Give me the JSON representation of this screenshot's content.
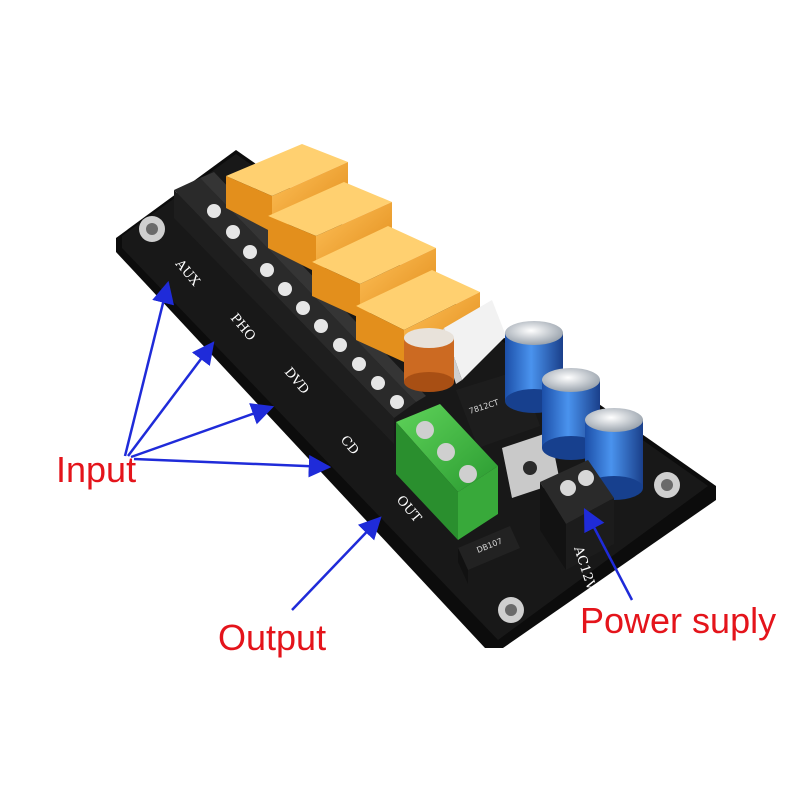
{
  "callouts": {
    "input": "Input",
    "output": "Output",
    "power": "Power suply"
  },
  "silkscreen": {
    "aux": "AUX",
    "pho": "PHO",
    "dvd": "DVD",
    "cd": "CD",
    "out": "OUT",
    "ac12v": "AC12V"
  },
  "colors": {
    "callout_text": "#e4141b",
    "arrow": "#1f2bd9",
    "pcb": "#141414",
    "relay": "#f5a830",
    "terminal_green": "#3dba3d",
    "capacitor_blue": "#2a6fd0",
    "capacitor_orange": "#d06a22"
  },
  "icons": [
    "relay",
    "screw-terminal",
    "capacitor",
    "voltage-regulator",
    "mounting-hole",
    "arrow"
  ]
}
